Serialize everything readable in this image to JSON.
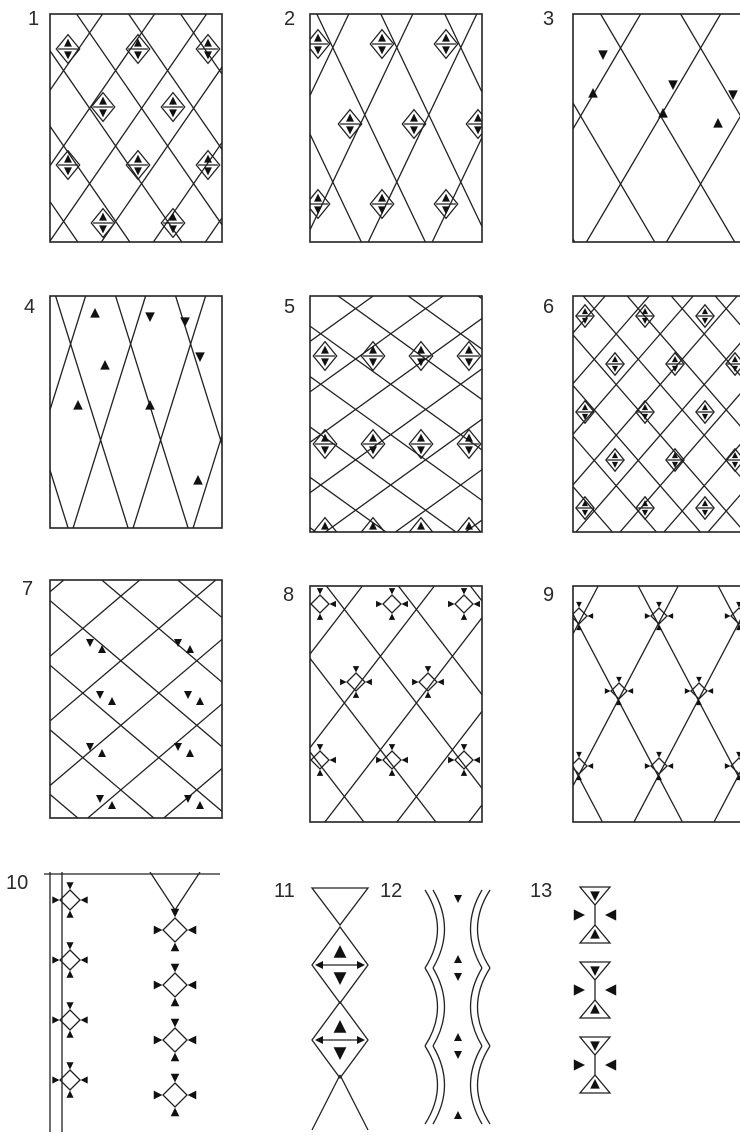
{
  "figures": [
    {
      "label": "1"
    },
    {
      "label": "2"
    },
    {
      "label": "3"
    },
    {
      "label": "4"
    },
    {
      "label": "5"
    },
    {
      "label": "6"
    },
    {
      "label": "7"
    },
    {
      "label": "8"
    },
    {
      "label": "9"
    },
    {
      "label": "10"
    },
    {
      "label": "11"
    },
    {
      "label": "12"
    },
    {
      "label": "13"
    }
  ]
}
